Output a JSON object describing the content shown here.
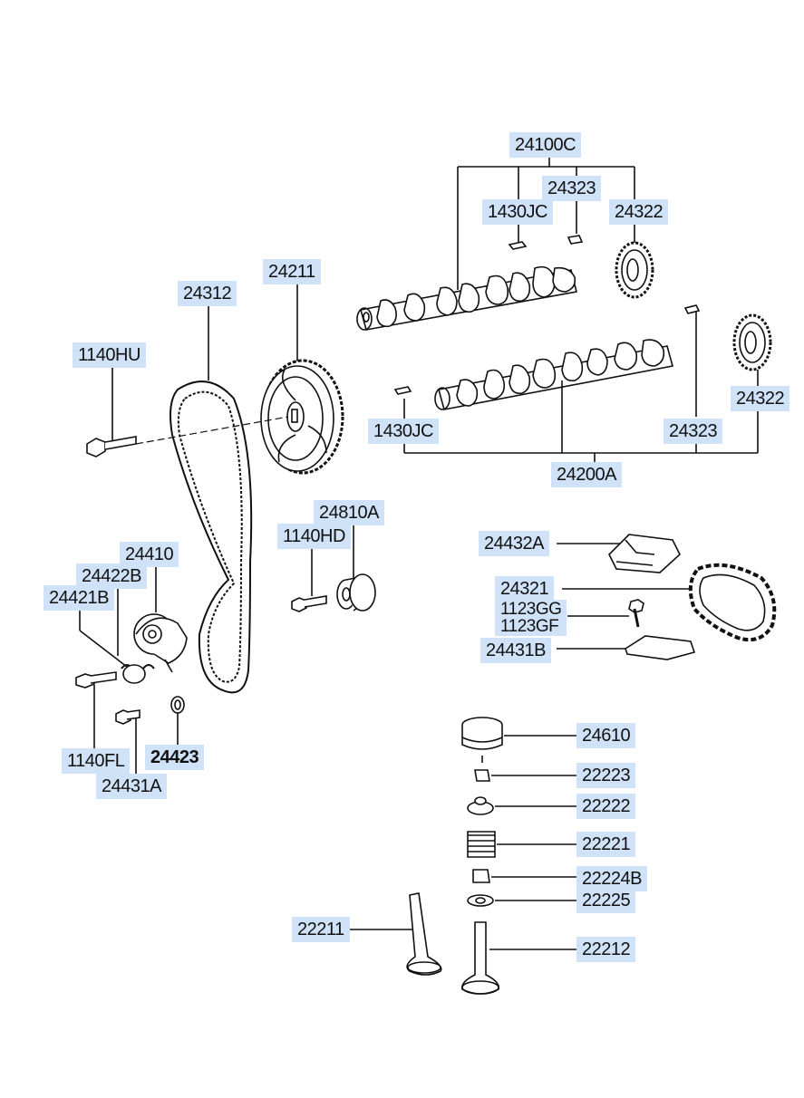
{
  "labels": {
    "p24100C": "24100C",
    "p24323a": "24323",
    "p1430JCa": "1430JC",
    "p24322a": "24322",
    "p24211": "24211",
    "p24312": "24312",
    "p1140HU": "1140HU",
    "p24322b": "24322",
    "p1430JCb": "1430JC",
    "p24323b": "24323",
    "p24200A": "24200A",
    "p24810A": "24810A",
    "p1140HD": "1140HD",
    "p24410": "24410",
    "p24422B": "24422B",
    "p24421B": "24421B",
    "p24432A": "24432A",
    "p24321": "24321",
    "p1123GG": "1123GG",
    "p1123GF": "1123GF",
    "p24431B": "24431B",
    "p1140FL": "1140FL",
    "p24423": "24423",
    "p24431A": "24431A",
    "p24610": "24610",
    "p22223": "22223",
    "p22222": "22222",
    "p22221": "22221",
    "p22224B": "22224B",
    "p22225": "22225",
    "p22211": "22211",
    "p22212": "22212"
  },
  "colors": {
    "label_bg": "#cfe2f8",
    "line": "#111111"
  }
}
